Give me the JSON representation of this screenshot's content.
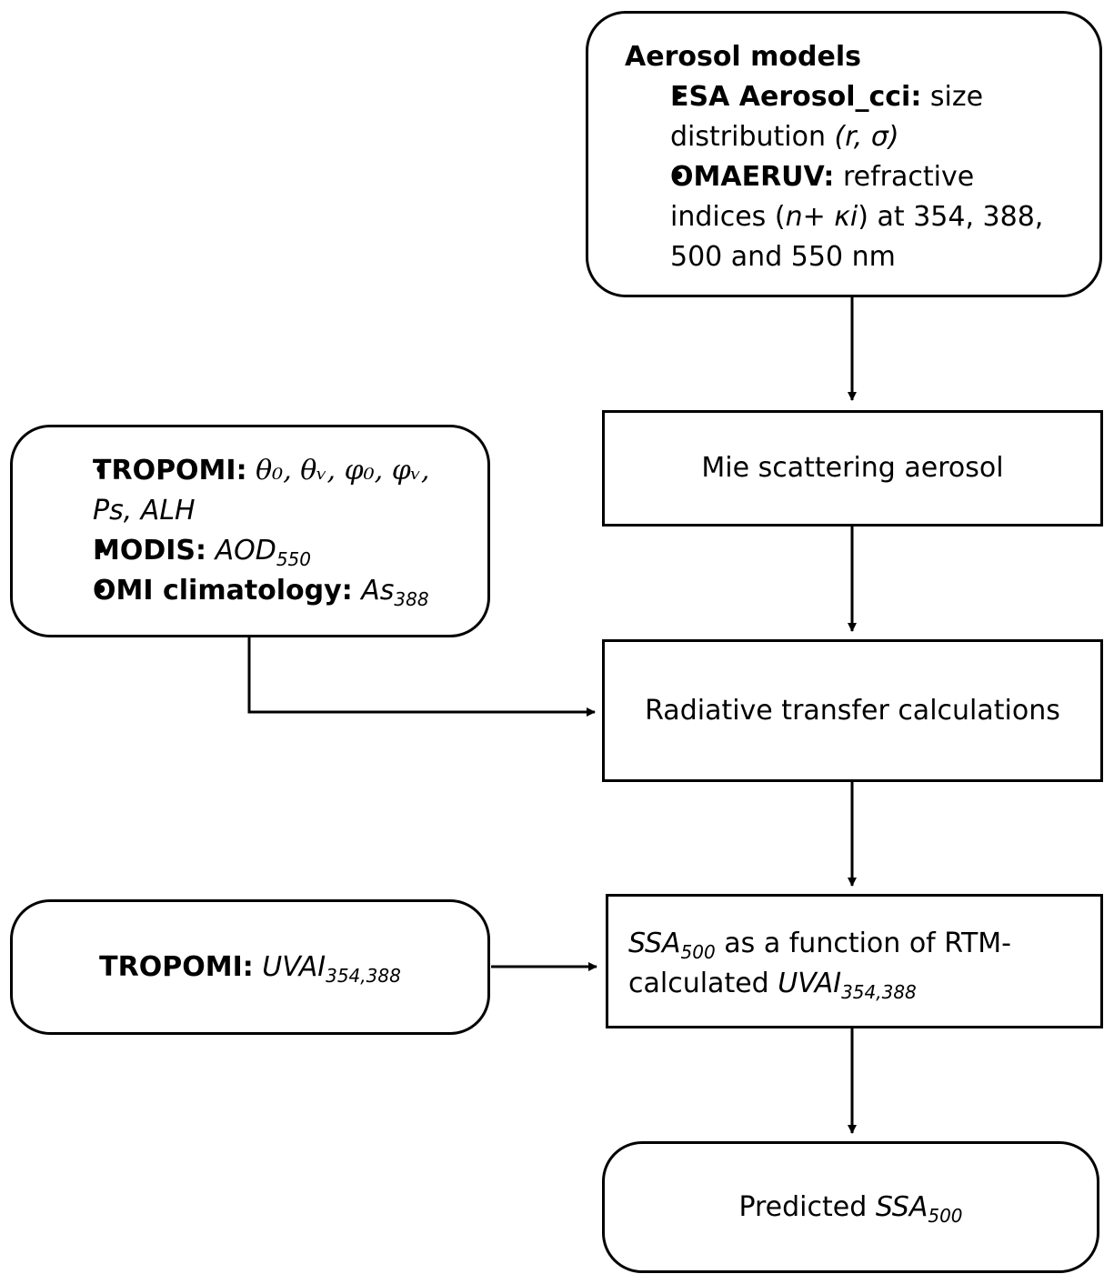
{
  "aerosol_box": {
    "title": "Aerosol models",
    "item1_bold": "ESA Aerosol_cci:",
    "item1_text": " size distribution ",
    "item1_ital": "(r, σ)",
    "item2_bold": "OMAERUV:",
    "item2_text_a": " refractive indices (",
    "item2_ital": "n+ κi",
    "item2_text_b": ") at 354, 388, 500 and 550 nm"
  },
  "mie_box": {
    "label": "Mie scattering aerosol"
  },
  "inputs_box": {
    "tropomi_bold": "TROPOMI:",
    "tropomi_math": "θ₀, θᵥ, φ₀, φᵥ,",
    "tropomi_ital": "Ps, ALH",
    "modis_bold": "MODIS:",
    "modis_ital": "AOD",
    "modis_sub": "550",
    "omi_bold": "OMI climatology:",
    "omi_ital": "As",
    "omi_sub": "388"
  },
  "rtm_box": {
    "label": "Radiative transfer calculations"
  },
  "ssa_box": {
    "ital1": "SSA",
    "sub1": "500",
    "text1": " as a function of RTM-",
    "text2": "calculated ",
    "ital2": "UVAI",
    "sub2": "354,388"
  },
  "uvai_box": {
    "bold": "TROPOMI:",
    "ital": "UVAI",
    "sub": "354,388"
  },
  "predicted_box": {
    "text": "Predicted ",
    "ital": "SSA",
    "sub": "500"
  }
}
